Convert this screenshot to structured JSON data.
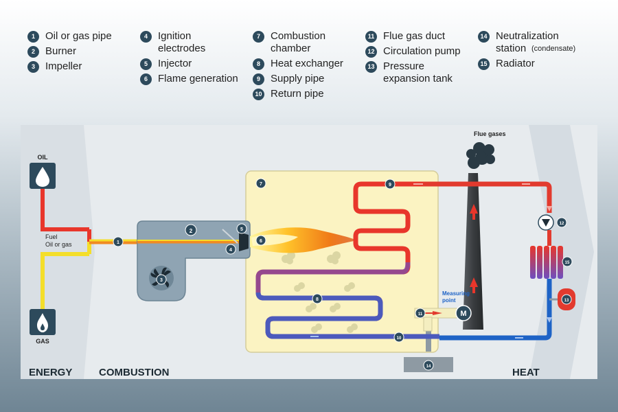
{
  "legend": [
    {
      "num": "1",
      "label": "Oil or gas pipe"
    },
    {
      "num": "2",
      "label": "Burner"
    },
    {
      "num": "3",
      "label": "Impeller"
    },
    {
      "num": "4",
      "label": "Ignition\nelectrodes"
    },
    {
      "num": "5",
      "label": "Injector"
    },
    {
      "num": "6",
      "label": "Flame generation"
    },
    {
      "num": "7",
      "label": "Combustion\nchamber"
    },
    {
      "num": "8",
      "label": "Heat exchanger"
    },
    {
      "num": "9",
      "label": "Supply pipe"
    },
    {
      "num": "10",
      "label": "Return pipe"
    },
    {
      "num": "11",
      "label": "Flue gas duct"
    },
    {
      "num": "12",
      "label": "Circulation pump"
    },
    {
      "num": "13",
      "label": "Pressure\nexpansion tank"
    },
    {
      "num": "14",
      "label": "Neutralization\nstation",
      "sub": "(condensate)"
    },
    {
      "num": "15",
      "label": "Radiator"
    }
  ],
  "diagram": {
    "oil_label": "OIL",
    "gas_label": "GAS",
    "fuel_label": "Fuel",
    "fuel_sub": "Oil or gas",
    "flue_label": "Flue gases",
    "measuring_label_1": "Measuring",
    "measuring_label_2": "point",
    "motor_label": "M",
    "section_energy": "ENERGY",
    "section_combustion": "COMBUSTION",
    "section_heat": "HEAT"
  },
  "colors": {
    "oil_pipe": "#e8362b",
    "gas_pipe": "#f4de2a",
    "supply_pipe": "#e23a2e",
    "return_pipe": "#1e63c6",
    "chamber": "#fbf3c2",
    "burner": "#8fa4b3",
    "marker": "#2d4a5c"
  }
}
